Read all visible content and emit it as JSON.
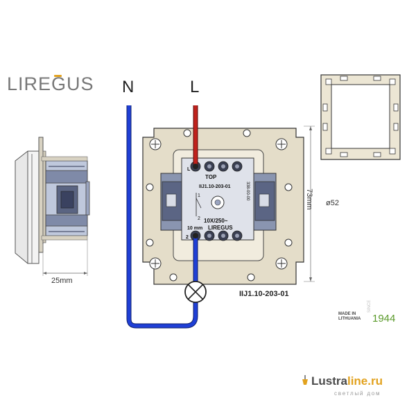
{
  "brand": {
    "logo_text": "LIREGUS"
  },
  "wiring": {
    "neutral_label": "N",
    "live_label": "L",
    "neutral_color": "#1f3fd6",
    "live_color": "#c0221c",
    "lamp_icon": "lamp-icon"
  },
  "mechanism": {
    "model_code": "IIJ1.10-203-01",
    "top_label": "TOP",
    "rating": "10X/250~",
    "brand_mark": "LIREGUS",
    "strip_length": "10 mm",
    "terminal_1": "1",
    "terminal_2": "2",
    "terminal_L": "L",
    "side_code": "338-00-00"
  },
  "dimensions": {
    "depth": "25mm",
    "height": "73mm",
    "diameter": "ø52"
  },
  "product_code": "IIJ1.10-203-01",
  "origin": {
    "made_line1": "MADE IN",
    "made_line2": "LITHUANIA",
    "since_label": "SINCE",
    "year": "1944"
  },
  "watermark": {
    "name_part1": "Lustra",
    "name_part2": "line.ru",
    "subtitle": "светлый дом"
  }
}
